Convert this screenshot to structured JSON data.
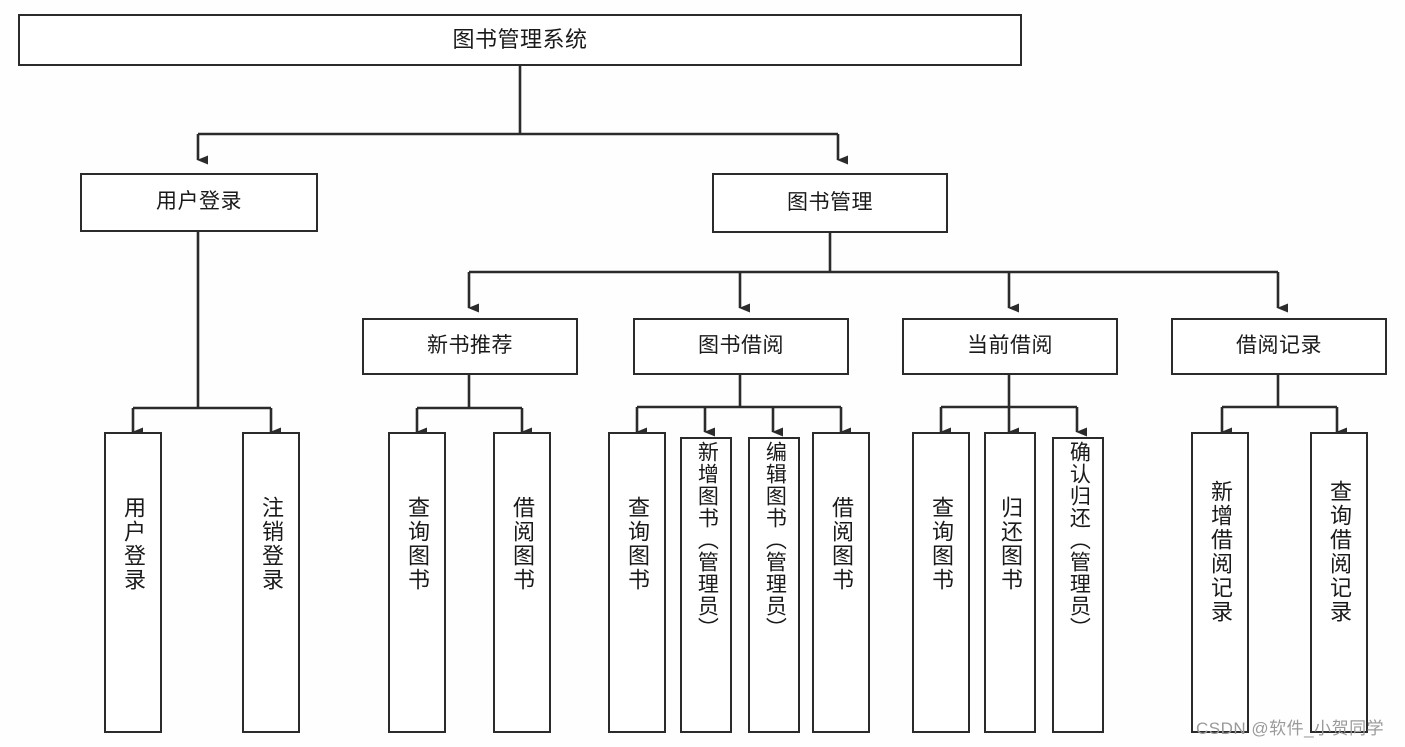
{
  "diagram": {
    "type": "hierarchy-tree",
    "title": "图书管理系统",
    "root": {
      "label": "图书管理系统"
    },
    "level2": [
      {
        "label": "用户登录"
      },
      {
        "label": "图书管理"
      }
    ],
    "level3": [
      {
        "label": "新书推荐"
      },
      {
        "label": "图书借阅"
      },
      {
        "label": "当前借阅"
      },
      {
        "label": "借阅记录"
      }
    ],
    "leaves": {
      "user_login": [
        {
          "label": "用户登录"
        },
        {
          "label": "注销登录"
        }
      ],
      "new_book_recommend": [
        {
          "label": "查询图书"
        },
        {
          "label": "借阅图书"
        }
      ],
      "book_borrow": [
        {
          "label": "查询图书"
        },
        {
          "label": "新增图书（管理员）"
        },
        {
          "label": "编辑图书（管理员）"
        },
        {
          "label": "借阅图书"
        }
      ],
      "current_borrow": [
        {
          "label": "查询图书"
        },
        {
          "label": "归还图书"
        },
        {
          "label": "确认归还（管理员）"
        }
      ],
      "borrow_record": [
        {
          "label": "新增借阅记录"
        },
        {
          "label": "查询借阅记录"
        }
      ]
    }
  },
  "watermark": {
    "text": "CSDN @软件_小贺同学"
  },
  "colors": {
    "border": "#2b2b2b",
    "box_fill": "#ffffff",
    "text": "#1a1a1a",
    "background": "#fefefe",
    "watermark": "#9a9a9a"
  }
}
